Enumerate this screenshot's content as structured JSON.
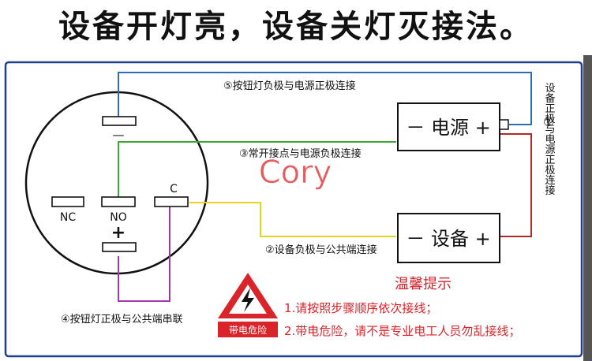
{
  "title": "设备开灯亮，设备关灯灭接法。",
  "switch": {
    "minus_symbol": "—",
    "plus_symbol": "+",
    "terminal_nc": "NC",
    "terminal_no": "NO",
    "terminal_c": "C"
  },
  "power_box": {
    "label": "－ 电源 +"
  },
  "device_box": {
    "label": "－ 设备 +"
  },
  "wires": {
    "step5": "⑤按钮灯负极与电源正极连接",
    "step3": "③常开接点与电源负极连接",
    "step2": "②设备负极与公共端连接",
    "step4": "④按钮灯正极与公共端串联",
    "step1_num": "①",
    "step1_text": "设备正极与电源正极连接"
  },
  "watermark": "Cory",
  "warning": {
    "sign_label": "带电危险",
    "heading": "温馨提示",
    "line1": "1.请按照步骤顺序依次接线；",
    "line2": "2.带电危险，请不是专业电工人员勿乱接线；"
  },
  "colors": {
    "wire_blue": "#2e6fb4",
    "wire_green": "#3aa832",
    "wire_yellow": "#e8d41a",
    "wire_purple": "#a13aa8",
    "wire_red": "#b02828",
    "frame_blue": "#1f3f8f",
    "warning_red": "#d9242a"
  }
}
